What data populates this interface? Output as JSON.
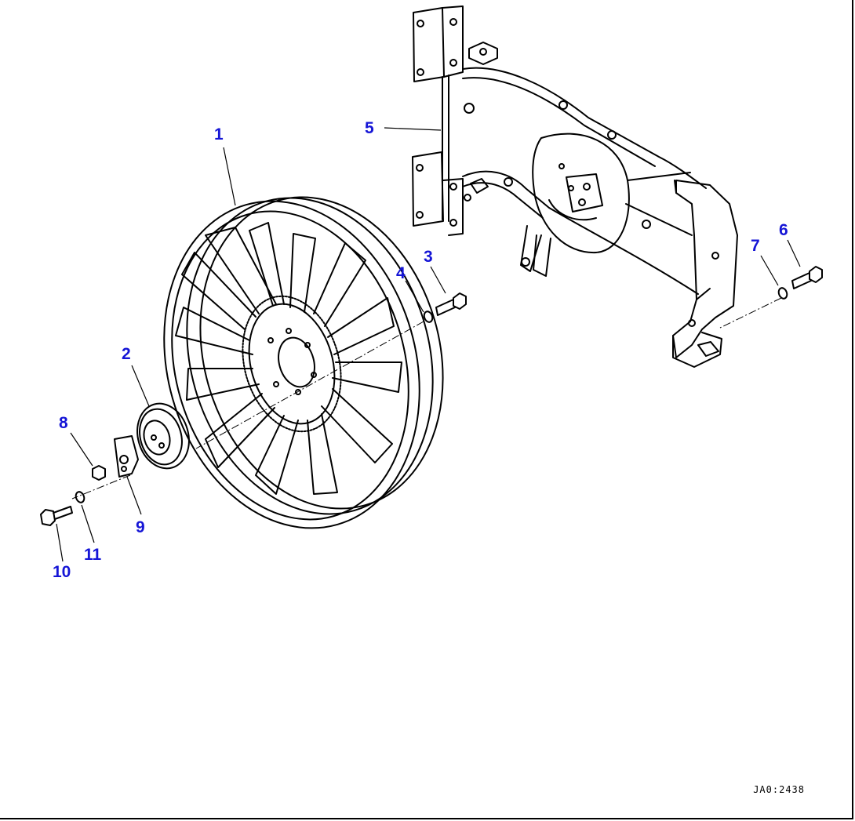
{
  "callouts": {
    "c1": "1",
    "c2": "2",
    "c3": "3",
    "c4": "4",
    "c5": "5",
    "c6": "6",
    "c7": "7",
    "c8": "8",
    "c9": "9",
    "c10": "10",
    "c11": "11"
  },
  "drawing_id": "JA0:2438",
  "colors": {
    "callout": "#1515d6",
    "line": "#000000",
    "background": "#ffffff"
  },
  "parts": [
    "fan",
    "pulley-cap",
    "bolt",
    "washer",
    "fan-guard-bracket",
    "bolt",
    "washer",
    "nut",
    "plate",
    "bolt",
    "washer"
  ]
}
